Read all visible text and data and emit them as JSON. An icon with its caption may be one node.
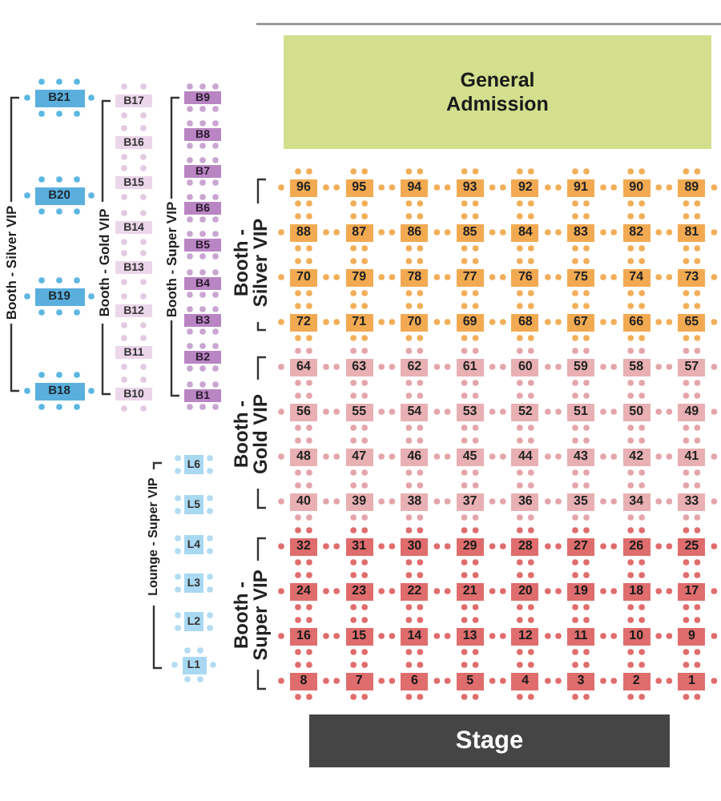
{
  "diagram": {
    "nodes": [
      {
        "text": [
          "General Admission"
        ]
      },
      {
        "text": [
          "B21"
        ]
      },
      {
        "text": [
          "B20"
        ]
      },
      {
        "text": [
          "B19"
        ]
      },
      {
        "text": [
          "B18"
        ]
      },
      {
        "text": [
          "B17"
        ]
      },
      {
        "text": [
          "B16"
        ]
      },
      {
        "text": [
          "B15"
        ]
      },
      {
        "text": [
          "B14"
        ]
      },
      {
        "text": [
          "B13"
        ]
      },
      {
        "text": [
          "B12"
        ]
      },
      {
        "text": [
          "B11"
        ]
      },
      {
        "text": [
          "B10"
        ]
      },
      {
        "text": [
          "B9"
        ]
      },
      {
        "text": [
          "B8"
        ]
      },
      {
        "text": [
          "B7"
        ]
      },
      {
        "text": [
          "B6"
        ]
      },
      {
        "text": [
          "B5"
        ]
      },
      {
        "text": [
          "B4"
        ]
      },
      {
        "text": [
          "B3"
        ]
      },
      {
        "text": [
          "B2"
        ]
      },
      {
        "text": [
          "B1"
        ]
      },
      {
        "text": [
          "96"
        ]
      },
      {
        "text": [
          "95"
        ]
      },
      {
        "text": [
          "94"
        ]
      },
      {
        "text": [
          "93"
        ]
      },
      {
        "text": [
          "92"
        ]
      },
      {
        "text": [
          "91"
        ]
      },
      {
        "text": [
          "90"
        ]
      },
      {
        "text": [
          "89"
        ]
      },
      {
        "text": [
          "88"
        ]
      },
      {
        "text": [
          "87"
        ]
      },
      {
        "text": [
          "86"
        ]
      },
      {
        "text": [
          "85"
        ]
      },
      {
        "text": [
          "84"
        ]
      },
      {
        "text": [
          "83"
        ]
      },
      {
        "text": [
          "82"
        ]
      },
      {
        "text": [
          "81"
        ]
      },
      {
        "text": [
          "70"
        ]
      },
      {
        "text": [
          "79"
        ]
      },
      {
        "text": [
          "78"
        ]
      },
      {
        "text": [
          "77"
        ]
      },
      {
        "text": [
          "76"
        ]
      },
      {
        "text": [
          "75"
        ]
      },
      {
        "text": [
          "74"
        ]
      },
      {
        "text": [
          "73"
        ]
      },
      {
        "text": [
          "72"
        ]
      },
      {
        "text": [
          "71"
        ]
      },
      {
        "text": [
          "70"
        ]
      },
      {
        "text": [
          "69"
        ]
      },
      {
        "text": [
          "68"
        ]
      },
      {
        "text": [
          "67"
        ]
      },
      {
        "text": [
          "66"
        ]
      },
      {
        "text": [
          "65"
        ]
      },
      {
        "text": [
          "64"
        ]
      },
      {
        "text": [
          "63"
        ]
      },
      {
        "text": [
          "62"
        ]
      },
      {
        "text": [
          "61"
        ]
      },
      {
        "text": [
          "60"
        ]
      },
      {
        "text": [
          "59"
        ]
      },
      {
        "text": [
          "58"
        ]
      },
      {
        "text": [
          "57"
        ]
      },
      {
        "text": [
          "56"
        ]
      },
      {
        "text": [
          "55"
        ]
      },
      {
        "text": [
          "54"
        ]
      },
      {
        "text": [
          "53"
        ]
      },
      {
        "text": [
          "52"
        ]
      },
      {
        "text": [
          "51"
        ]
      },
      {
        "text": [
          "50"
        ]
      },
      {
        "text": [
          "49"
        ]
      },
      {
        "text": [
          "48"
        ]
      },
      {
        "text": [
          "47"
        ]
      },
      {
        "text": [
          "46"
        ]
      },
      {
        "text": [
          "45"
        ]
      },
      {
        "text": [
          "44"
        ]
      },
      {
        "text": [
          "43"
        ]
      },
      {
        "text": [
          "42"
        ]
      },
      {
        "text": [
          "41"
        ]
      },
      {
        "text": [
          "40"
        ]
      },
      {
        "text": [
          "39"
        ]
      },
      {
        "text": [
          "38"
        ]
      },
      {
        "text": [
          "37"
        ]
      },
      {
        "text": [
          "36"
        ]
      },
      {
        "text": [
          "35"
        ]
      },
      {
        "text": [
          "34"
        ]
      },
      {
        "text": [
          "33"
        ]
      },
      {
        "text": [
          "32"
        ]
      },
      {
        "text": [
          "31"
        ]
      },
      {
        "text": [
          "30"
        ]
      },
      {
        "text": [
          "29"
        ]
      },
      {
        "text": [
          "28"
        ]
      },
      {
        "text": [
          "27"
        ]
      },
      {
        "text": [
          "26"
        ]
      },
      {
        "text": [
          "25"
        ]
      },
      {
        "text": [
          "24"
        ]
      },
      {
        "text": [
          "23"
        ]
      },
      {
        "text": [
          "22"
        ]
      },
      {
        "text": [
          "21"
        ]
      },
      {
        "text": [
          "20"
        ]
      },
      {
        "text": [
          "19"
        ]
      },
      {
        "text": [
          "18"
        ]
      },
      {
        "text": [
          "17"
        ]
      },
      {
        "text": [
          "16"
        ]
      },
      {
        "text": [
          "15"
        ]
      },
      {
        "text": [
          "14"
        ]
      },
      {
        "text": [
          "13"
        ]
      },
      {
        "text": [
          "12"
        ]
      },
      {
        "text": [
          "11"
        ]
      },
      {
        "text": [
          "10"
        ]
      },
      {
        "text": [
          "9"
        ]
      },
      {
        "text": [
          "8"
        ]
      },
      {
        "text": [
          "7"
        ]
      },
      {
        "text": [
          "6"
        ]
      },
      {
        "text": [
          "5"
        ]
      },
      {
        "text": [
          "4"
        ]
      },
      {
        "text": [
          "3"
        ]
      },
      {
        "text": [
          "2"
        ]
      },
      {
        "text": [
          "1"
        ]
      },
      {
        "text": [
          "L6"
        ]
      },
      {
        "text": [
          "L5"
        ]
      },
      {
        "text": [
          "L4"
        ]
      },
      {
        "text": [
          "L3"
        ]
      },
      {
        "text": [
          "L2"
        ]
      },
      {
        "text": [
          "L1"
        ]
      },
      {
        "text": [
          "Stage"
        ]
      }
    ],
    "labels": [
      "Booth - Silver VIP",
      "Booth - Gold VIP",
      "Booth - Super VIP",
      "Booth - Silver VIP",
      "Booth - Gold VIP",
      "Lounge - Super VIP",
      "Booth - Super VIP"
    ]
  }
}
